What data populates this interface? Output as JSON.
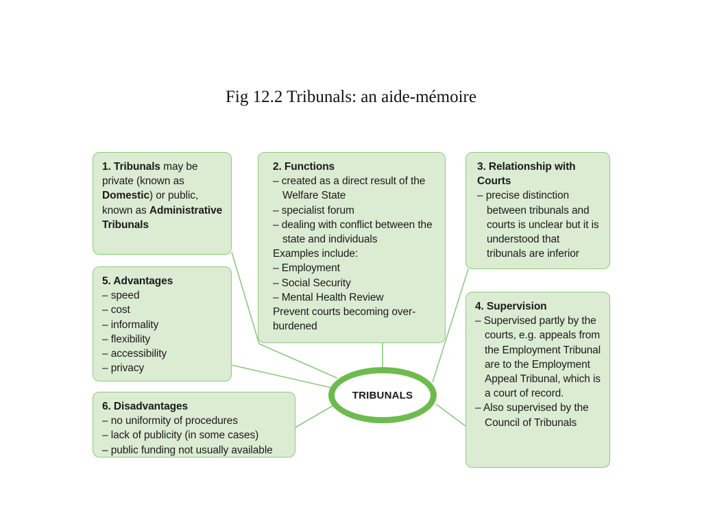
{
  "title": "Fig 12.2 Tribunals: an aide-mémoire",
  "hub": "TRIBUNALS",
  "box1": {
    "t1": "1. Tribunals",
    "t2": " may be private (known as ",
    "t3": "Domestic",
    "t4": ") or public, known as ",
    "t5": "Administrative Tribunals"
  },
  "box2": {
    "heading": "2. Functions",
    "items": [
      "– created as a direct result of the Welfare State",
      "– specialist forum",
      "– dealing with conflict between the state and individuals"
    ],
    "examples_label": "Examples include:",
    "examples": [
      "– Employment",
      "– Social Security",
      "– Mental Health Review"
    ],
    "note": "Prevent courts becoming over-burdened"
  },
  "box3": {
    "heading": "3. Relationship with Courts",
    "items": [
      "– precise distinction between tribunals and courts is unclear but it is understood that tribunals are inferior"
    ]
  },
  "box4": {
    "heading": "4. Supervision",
    "items": [
      "– Supervised partly by the courts, e.g. appeals from the Employment Tribunal are to the Employment Appeal Tribunal, which is a court of record.",
      "– Also supervised by the Council of Tribunals"
    ]
  },
  "box5": {
    "heading": "5. Advantages",
    "items": [
      "– speed",
      "– cost",
      "– informality",
      "– flexibility",
      "– accessibility",
      "– privacy"
    ]
  },
  "box6": {
    "heading": "6. Disadvantages",
    "items": [
      "– no uniformity of procedures",
      "– lack of publicity (in some cases)",
      "– public funding not usually available"
    ]
  },
  "colors": {
    "box_fill": "#dcecd3",
    "box_border": "#8cc97c",
    "hub_ring": "#6dbb4e",
    "connector": "#8cc97c"
  }
}
